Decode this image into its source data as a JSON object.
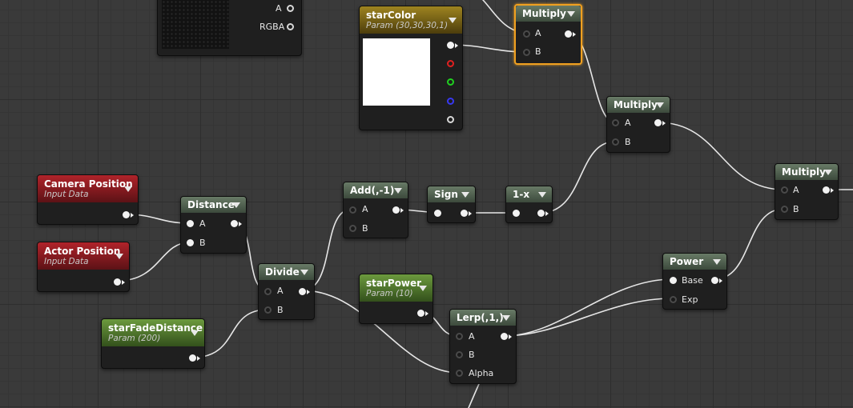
{
  "nodes": {
    "texture_sample": {
      "pin_a": "A",
      "pin_rgba": "RGBA"
    },
    "star_color": {
      "title": "starColor",
      "subtitle": "Param (30,30,30,1)"
    },
    "multiply_1": {
      "title": "Multiply",
      "pin_a": "A",
      "pin_b": "B"
    },
    "multiply_2": {
      "title": "Multiply",
      "pin_a": "A",
      "pin_b": "B"
    },
    "multiply_3": {
      "title": "Multiply",
      "pin_a": "A",
      "pin_b": "B"
    },
    "camera_position": {
      "title": "Camera Position",
      "subtitle": "Input Data"
    },
    "actor_position": {
      "title": "Actor Position",
      "subtitle": "Input Data"
    },
    "distance": {
      "title": "Distance",
      "pin_a": "A",
      "pin_b": "B"
    },
    "add": {
      "title": "Add(,-1)",
      "pin_a": "A",
      "pin_b": "B"
    },
    "sign": {
      "title": "Sign"
    },
    "one_minus": {
      "title": "1-x"
    },
    "divide": {
      "title": "Divide",
      "pin_a": "A",
      "pin_b": "B"
    },
    "star_power": {
      "title": "starPower",
      "subtitle": "Param (10)"
    },
    "star_fade_distance": {
      "title": "starFadeDistance",
      "subtitle": "Param (200)"
    },
    "lerp": {
      "title": "Lerp(,1,)",
      "pin_a": "A",
      "pin_b": "B",
      "pin_alpha": "Alpha"
    },
    "power": {
      "title": "Power",
      "pin_base": "Base",
      "pin_exp": "Exp"
    }
  },
  "colors": {
    "selection": "#f0a020",
    "header_math": "#4e5e4c",
    "header_input": "#8a1c22",
    "header_param": "#56802e",
    "header_vector_param": "#84701a",
    "wire": "#e8e8e8"
  }
}
